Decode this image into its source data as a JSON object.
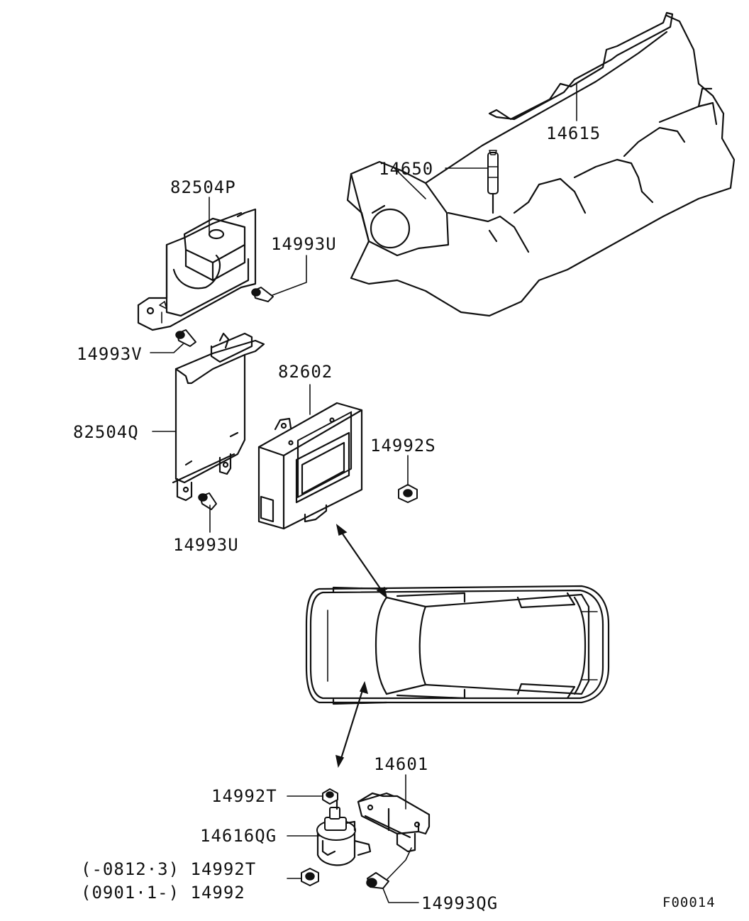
{
  "parts": {
    "p14615": "14615",
    "p14650": "14650",
    "p82504P": "82504P",
    "p14993U_top": "14993U",
    "p14993V": "14993V",
    "p82602": "82602",
    "p82504Q": "82504Q",
    "p14992S": "14992S",
    "p14993U_bottom": "14993U",
    "p14601": "14601",
    "p14992T": "14992T",
    "p14616QG": "14616QG",
    "p14992T_dated_label": "(-0812·3) 14992T",
    "p14992_dated_label": "(0901·1-) 14992",
    "p14993QG": "14993QG"
  },
  "figure_code": "F00014"
}
